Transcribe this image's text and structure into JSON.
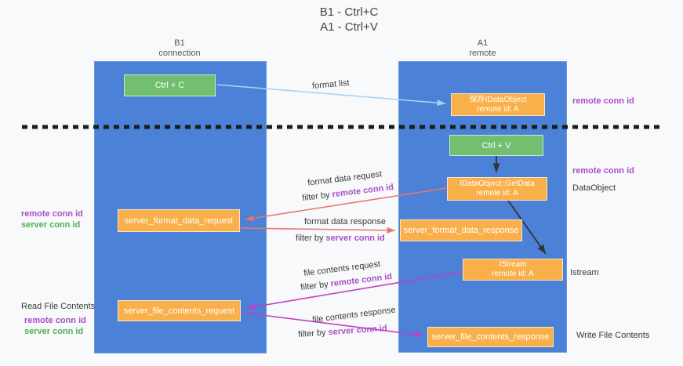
{
  "title": {
    "line1": "B1 - Ctrl+C",
    "line2": "A1 - Ctrl+V"
  },
  "lanes": {
    "left_name": "B1",
    "left_role": "connection",
    "right_name": "A1",
    "right_role": "remote"
  },
  "boxes": {
    "ctrl_c": "Ctrl + C",
    "save_dataobject": {
      "line1": "保存IDataObject",
      "line2": "remote id: A"
    },
    "ctrl_v": "Ctrl + V",
    "getdata": {
      "line1": "IDataObject::GetData",
      "line2": "remote id: A"
    },
    "format_request": "server_format_data_request",
    "format_response": "server_format_data_response",
    "istream": {
      "line1": "IStream",
      "line2": "remote id: A"
    },
    "file_request": "server_file_contents_request",
    "file_response": "server_file_contents_response"
  },
  "edge_labels": {
    "format_list": "format list",
    "format_data_request": "format data request",
    "format_data_response": "format data response",
    "file_contents_request": "file contents request",
    "file_contents_response": "file contents response",
    "filter_by": "filter by",
    "remote_conn_id": "remote conn id",
    "server_conn_id": "server conn id"
  },
  "annotations": {
    "remote_conn_id": "remote conn id",
    "server_conn_id": "server conn id",
    "dataobject": "DataObject",
    "istream": "Istream",
    "read_file_contents": "Read File Contents",
    "write_file_contents": "Write File Contents"
  },
  "colors": {
    "lane_blue": "#4b81d7",
    "box_orange": "#f9b04a",
    "box_green": "#72bf70",
    "arrow_lightblue": "#a9d3f1",
    "arrow_salmon": "#e8756d",
    "arrow_magenta": "#c43fc4",
    "arrow_black": "#333333",
    "text_purple": "#a94fc6",
    "text_green": "#4caf50",
    "divider_black": "#1c1c1c"
  }
}
